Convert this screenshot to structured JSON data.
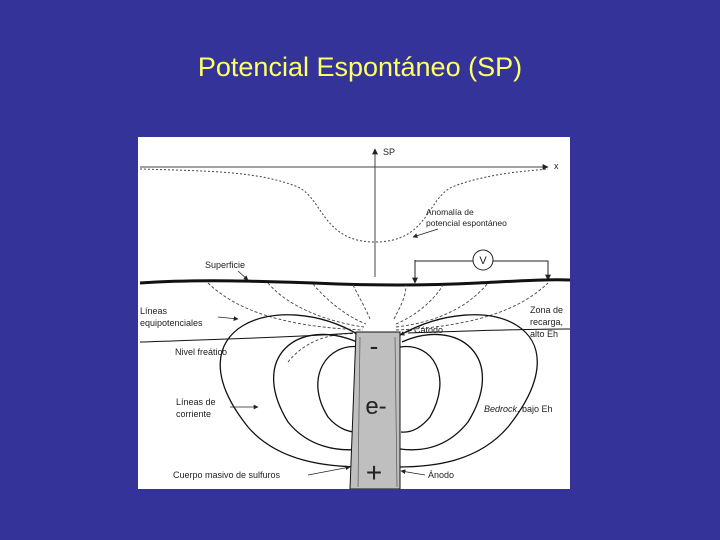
{
  "slide": {
    "title": "Potencial Espontáneo (SP)"
  },
  "diagram": {
    "axis_sp": "SP",
    "axis_x": "x",
    "anomaly_line1": "Anomalía de",
    "anomaly_line2": "potencial espontáneo",
    "voltmeter": "V",
    "surface": "Superficie",
    "equip_line1": "Líneas",
    "equip_line2": "equipotenciales",
    "cathode": "Cátodo",
    "water_table": "Nivel freático",
    "recharge_line1": "Zona de",
    "recharge_line2": "recarga,",
    "recharge_line3": "alto Eh",
    "current_line1": "Líneas de",
    "current_line2": "corriente",
    "electron": "e-",
    "bedrock_italic": "Bedrock",
    "bedrock_rest": ", bajo Eh",
    "minus": "-",
    "plus": "+",
    "sulfide_body": "Cuerpo masivo de sulfuros",
    "anode": "Ánodo"
  },
  "colors": {
    "background": "#333399",
    "title": "#ffff66",
    "ore_body": "#bfbfbf"
  }
}
